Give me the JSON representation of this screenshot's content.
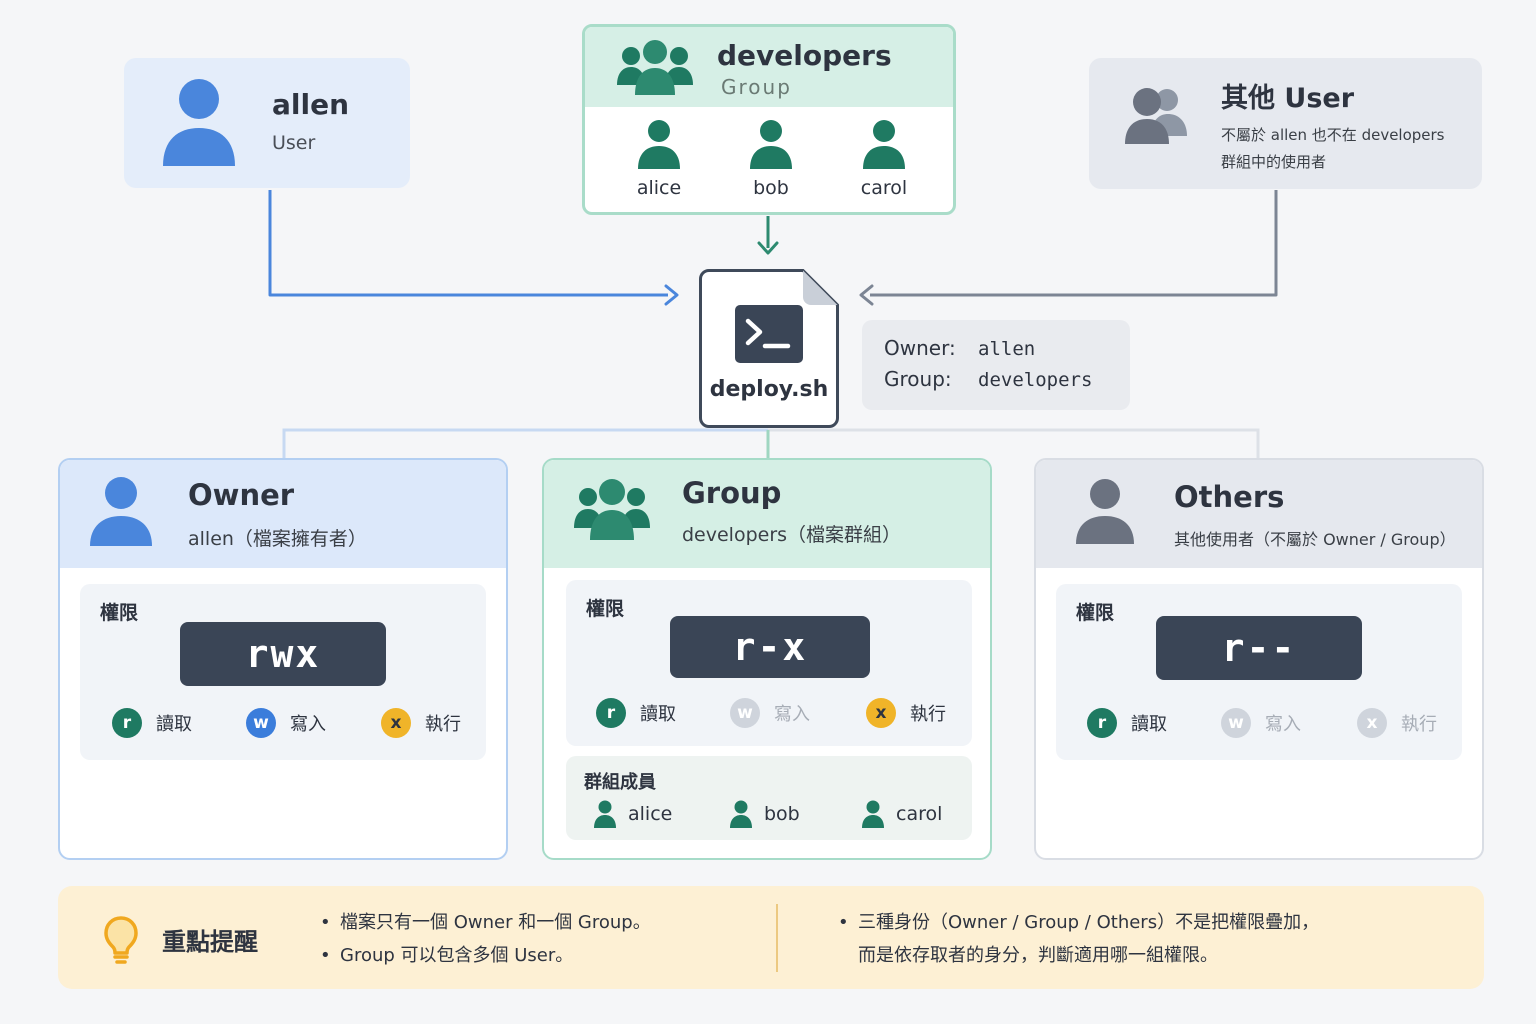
{
  "colors": {
    "owner_blue": "#3b7ddb",
    "group_green": "#1f7a62",
    "others_gray": "#6b7280",
    "execute_yellow": "#f0b429",
    "dark_code_bg": "#3a4556",
    "tip_bg": "#fdf0d4"
  },
  "top": {
    "user": {
      "name": "allen",
      "sub": "User",
      "icon": "user-icon"
    },
    "group": {
      "name": "developers",
      "sub": "Group",
      "icon": "group-icon",
      "members": [
        "alice",
        "bob",
        "carol"
      ]
    },
    "others": {
      "name": "其他 User",
      "desc_line1": "不屬於 allen 也不在 developers",
      "desc_line2": "群組中的使用者",
      "icon": "users-icon"
    }
  },
  "file": {
    "name": "deploy.sh",
    "icon": "terminal-file-icon",
    "owner_label": "Owner:",
    "owner_value": "allen",
    "group_label": "Group:",
    "group_value": "developers"
  },
  "panels": {
    "owner": {
      "title": "Owner",
      "sub": "allen（檔案擁有者）",
      "perm_title": "權限",
      "perm_code": "rwx",
      "perms": [
        {
          "badge": "r",
          "label": "讀取",
          "enabled": true
        },
        {
          "badge": "w",
          "label": "寫入",
          "enabled": true
        },
        {
          "badge": "x",
          "label": "執行",
          "enabled": true
        }
      ]
    },
    "group": {
      "title": "Group",
      "sub": "developers（檔案群組）",
      "perm_title": "權限",
      "perm_code": "r-x",
      "perms": [
        {
          "badge": "r",
          "label": "讀取",
          "enabled": true
        },
        {
          "badge": "w",
          "label": "寫入",
          "enabled": false
        },
        {
          "badge": "x",
          "label": "執行",
          "enabled": true
        }
      ],
      "members_title": "群組成員",
      "members": [
        "alice",
        "bob",
        "carol"
      ]
    },
    "others": {
      "title": "Others",
      "sub": "其他使用者（不屬於 Owner / Group）",
      "perm_title": "權限",
      "perm_code": "r--",
      "perms": [
        {
          "badge": "r",
          "label": "讀取",
          "enabled": true
        },
        {
          "badge": "w",
          "label": "寫入",
          "enabled": false
        },
        {
          "badge": "x",
          "label": "執行",
          "enabled": false
        }
      ]
    }
  },
  "tip": {
    "title": "重點提醒",
    "icon": "lightbulb-icon",
    "left": [
      "檔案只有一個 Owner 和一個 Group。",
      "Group 可以包含多個 User。"
    ],
    "right": [
      "三種身份（Owner / Group / Others）不是把權限疊加，",
      "而是依存取者的身分，判斷適用哪一組權限。"
    ]
  }
}
